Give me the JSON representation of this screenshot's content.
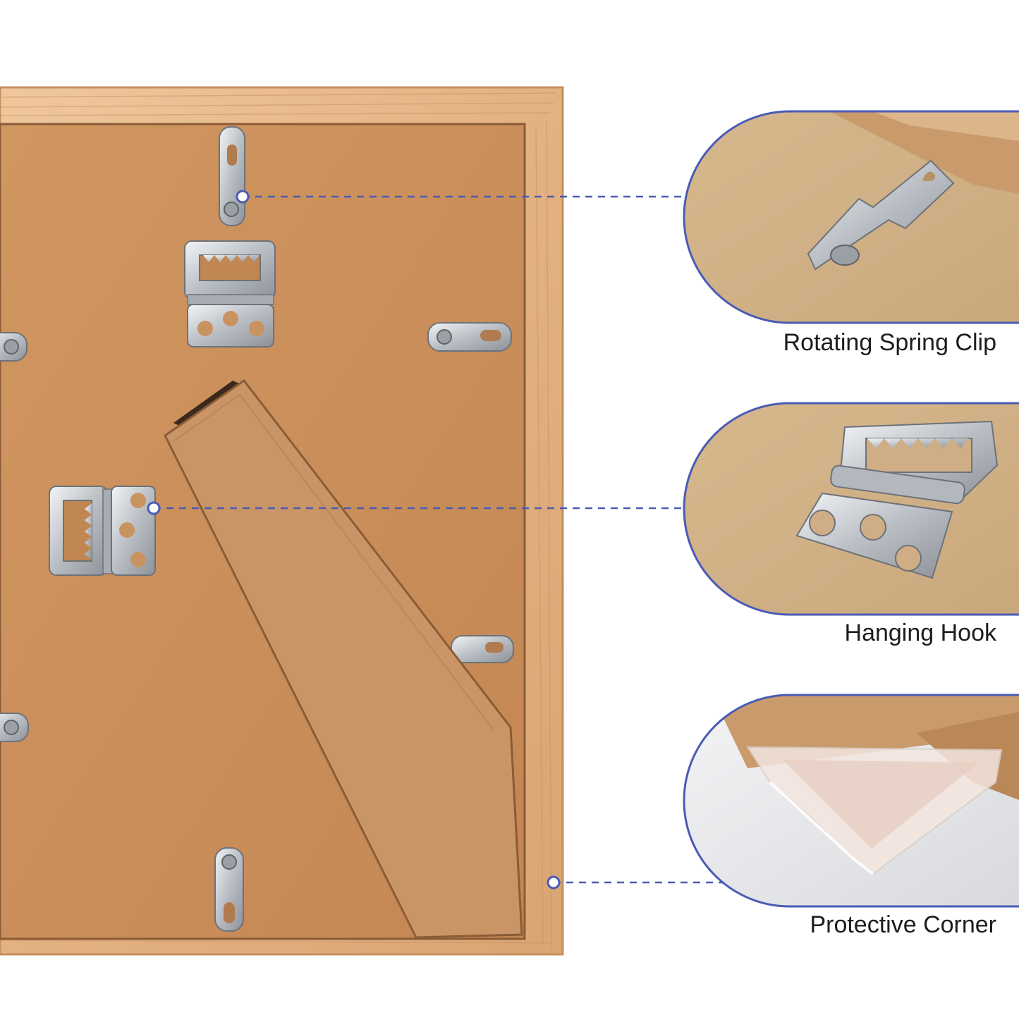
{
  "callouts": [
    {
      "label": "Rotating Spring Clip",
      "icon": "rotating-spring-clip"
    },
    {
      "label": "Hanging Hook",
      "icon": "sawtooth-hanging-hook"
    },
    {
      "label": "Protective Corner",
      "icon": "protective-corner"
    }
  ],
  "colors": {
    "background": "#ffffff",
    "frame_wood": "#e2b487",
    "backboard": "#c98e5c",
    "accent_lines": "#4a5bb5",
    "metal": "#c7cbd0"
  }
}
